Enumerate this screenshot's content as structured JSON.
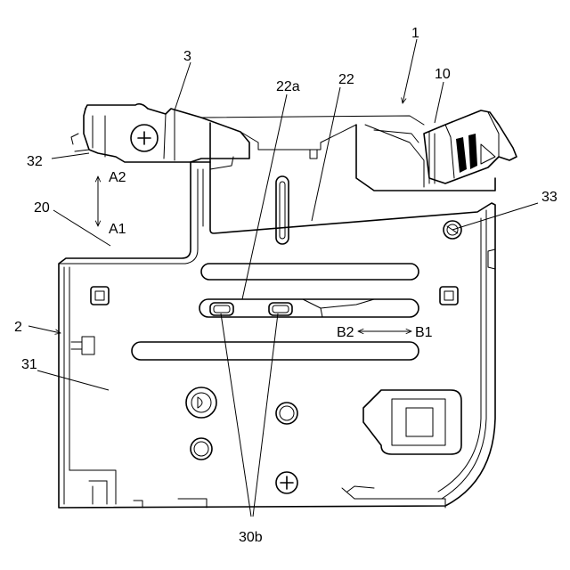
{
  "labels": {
    "l1": "1",
    "l2": "2",
    "l3": "3",
    "l10": "10",
    "l20": "20",
    "l22": "22",
    "l22a": "22a",
    "l30b": "30b",
    "l31": "31",
    "l32": "32",
    "l33": "33",
    "a1": "A1",
    "a2": "A2",
    "b1": "B1",
    "b2": "B2"
  }
}
